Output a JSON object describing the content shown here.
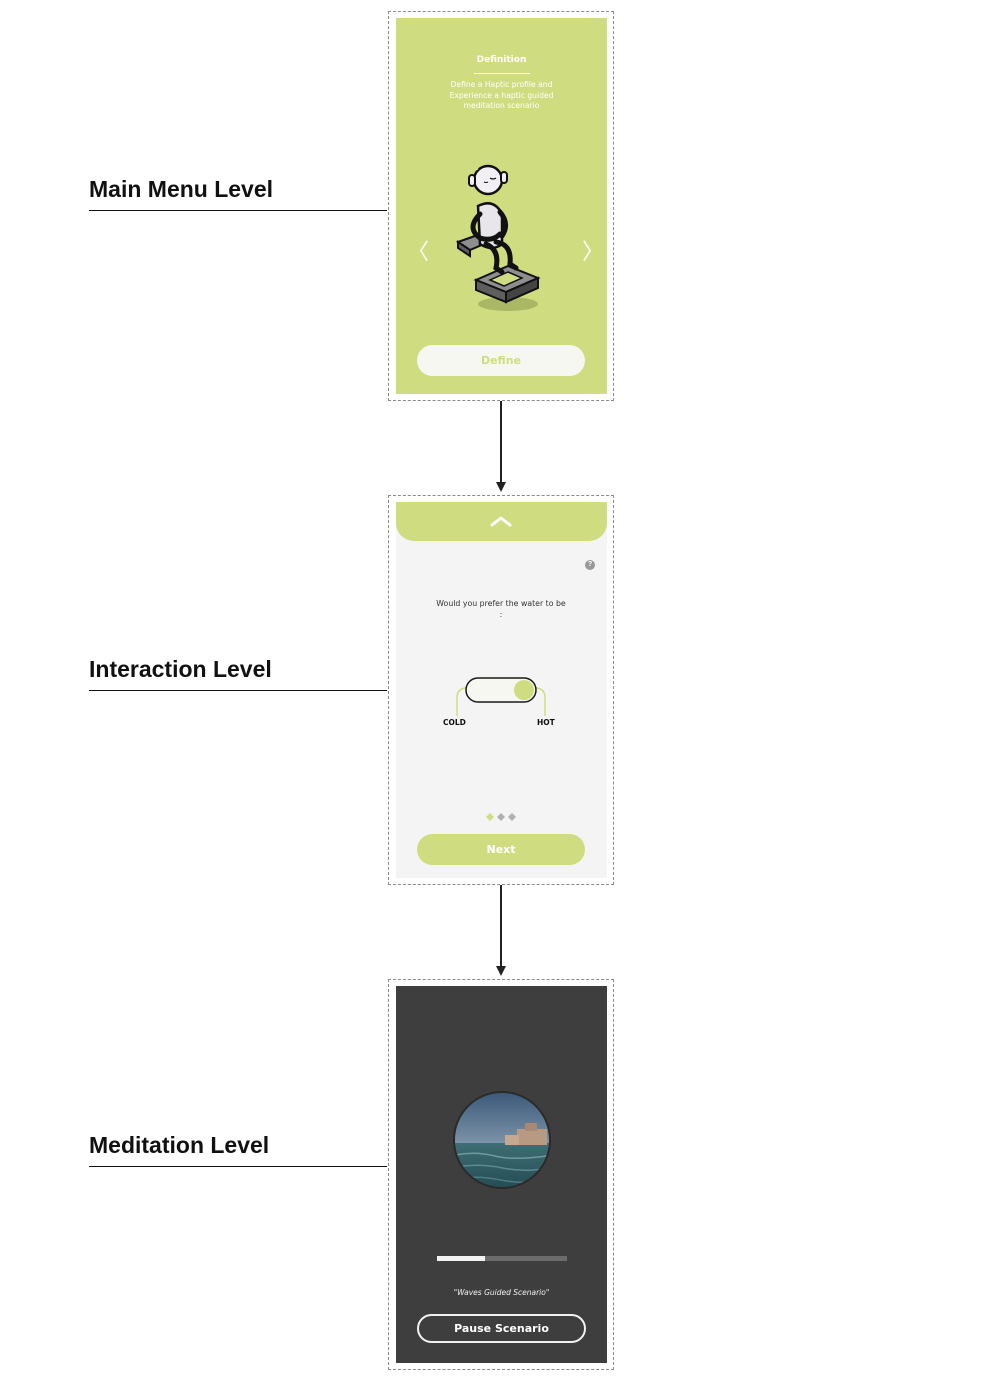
{
  "levels": [
    {
      "label": "Main Menu Level"
    },
    {
      "label": "Interaction Level"
    },
    {
      "label": "Meditation Level"
    }
  ],
  "main_menu": {
    "title": "Definition",
    "description": "Define a Haptic profile and Experience a haptic guided meditation scenario",
    "prev_arrow": "〈",
    "next_arrow": "〉",
    "button_label": "Define",
    "illustration_icon": "meditating-figure-icon"
  },
  "interaction": {
    "collapse_icon": "chevron-up-icon",
    "help_icon": "?",
    "question": "Would you prefer the water to be :",
    "toggle_left_label": "COLD",
    "toggle_right_label": "HOT",
    "toggle_value": "HOT",
    "page_indicator": {
      "total": 3,
      "active": 1
    },
    "button_label": "Next"
  },
  "meditation": {
    "image_icon": "sea-landscape-image",
    "progress": 0.37,
    "caption": "\"Waves Guided Scenario\"",
    "button_label": "Pause Scenario"
  },
  "colors": {
    "accent": "#cfdd80",
    "light_bg": "#f4f4f4",
    "dark_bg": "#3e3e3e"
  }
}
